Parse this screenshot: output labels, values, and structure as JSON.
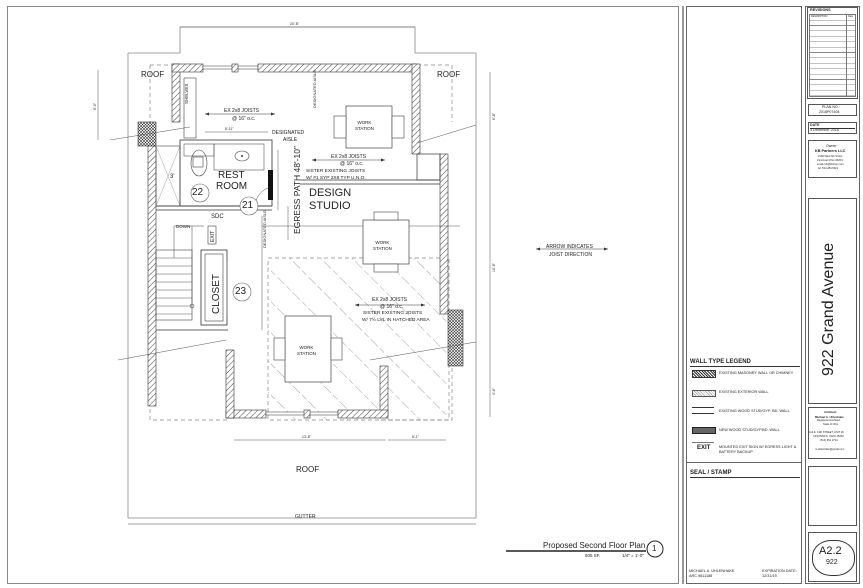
{
  "drawing": {
    "title": "Proposed Second Floor Plan",
    "area": "605 SF.",
    "scale": "1/4\" = 1'-0\"",
    "detail_number": "1",
    "labels": {
      "roof_top_left": "ROOF",
      "roof_top_right": "ROOF",
      "roof_bottom": "ROOF",
      "gutter": "GUTTER",
      "shelves": "SHELVES",
      "joists_top": "EX 2x8 JOISTS",
      "joists_top_oc": "@ 16\" o.c.",
      "designated_aisle_1": "DESIGNATED",
      "designated_aisle_1b": "AISLE",
      "designated_aisle_vert_top": "DESIGNATED AISLE",
      "designated_aisle_vert_mid": "DESIGNATED AISLE",
      "workstation_1": "WORK\nSTATION",
      "joists_mid": "EX 2x8 JOISTS",
      "joists_mid_oc": "@ 16\" o.c.",
      "sister_mid_1": "SISTER EXISTING JOISTS",
      "sister_mid_2": "W/ #1 SYP 2X8 TYP U.N.O.",
      "restroom_1": "REST",
      "restroom_2": "ROOM",
      "room_22": "22",
      "room_21": "21",
      "room_23": "23",
      "dim_3": "3'",
      "egress_path": "EGRESS PATH  48'-10\"",
      "design_1": "DESIGN",
      "design_2": "STUDIO",
      "sdc": "SDC",
      "down": "DOWN",
      "exit": "EXIT",
      "workstation_2": "WORK\nSTATION",
      "closet": "CLOSET",
      "joists_hatch": "EX 2x8 JOISTS",
      "joists_hatch_oc": "@ 16\" o.c.",
      "sister_hatch_1": "SISTER EXISTING JOISTS",
      "sister_hatch_2": "W/ 7½ LVL IN HATCHED AREA",
      "workstation_3": "WORK\nSTATION",
      "arrow_note_1": "ARROW INDICATES",
      "arrow_note_2": "JOIST DIRECTION",
      "dim_top": "20'-8\"",
      "dim_left": "6'-0\"",
      "dim_bottom_1": "13'-8\"",
      "dim_bottom_2": "6'-1\"",
      "dim_right_1": "6'-8\"",
      "dim_right_2": "10'-6\"",
      "dim_right_3": "4'-6\"",
      "dim_shelves": "8'-11\""
    }
  },
  "legend": {
    "title": "WALL TYPE LEGEND",
    "items": [
      {
        "type": "masonry",
        "label": "EXISTING MASONRY WALL OR CHIMNEY"
      },
      {
        "type": "exterior",
        "label": "EXISTING EXTERIOR WALL"
      },
      {
        "type": "stud",
        "label": "EXISTING WOOD STUD/GYP. BD. WALL"
      },
      {
        "type": "new",
        "label": "NEW WOOD STUD/GYP.BD. WALL"
      },
      {
        "type": "exit",
        "symbol": "EXIT",
        "label": "MOUNTED EXIT SIGN W/ EGRESS LIGHT & BATTERY BACKUP"
      }
    ]
  },
  "seal": {
    "title": "SEAL / STAMP",
    "name": "MICHAEL A. UHLENHAKE",
    "license": "ARC.9811188",
    "expiration_label": "EXPIRATION DATE:",
    "expiration_value": "12/31/19"
  },
  "titleblock": {
    "revisions_title": "REVISIONS",
    "revisions_header_desc": "DESCRIPTION",
    "revisions_header_date": "Date",
    "plan_no_label": "PLAN NO.:",
    "plan_no_value": "2018P07408",
    "date_label": "DATE",
    "date_value": "4 December 2018",
    "owner_label": "Owner:",
    "owner_name": "KB Partners LLC",
    "owner_addr1": "2106 West 6th Street",
    "owner_addr2": "Cincinnati Ohio 45204",
    "owner_email": "email: kb@kbprop.com",
    "owner_tel": "tel: 513.284.6621",
    "project_name": "922 Grand Avenue",
    "architect_label": "Architect:",
    "architect_name": "Michael A. Uhlenhake",
    "architect_title1": "Registered Architect",
    "architect_title2": "State of Ohio",
    "architect_addr1": "114 E. 13th STREET, UNIT 2F",
    "architect_addr2": "CINCINNATI, OHIO 45202",
    "architect_phone": "(513) 961 2724",
    "architect_email": "m.uhlenhake@gmail.com",
    "sheet_number": "A2.2",
    "sheet_sub": "922"
  }
}
